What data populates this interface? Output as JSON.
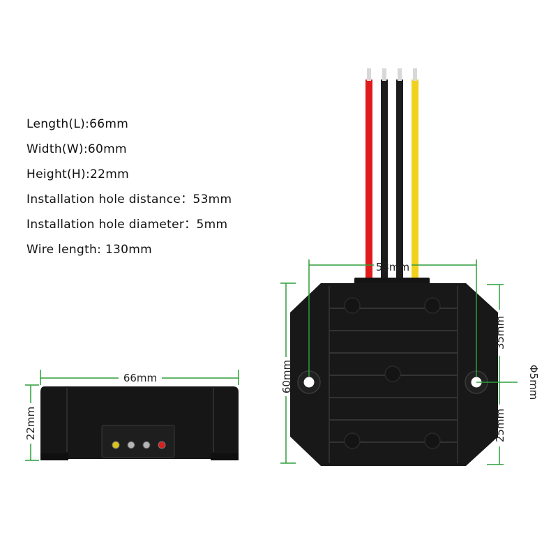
{
  "specs": [
    "Length(L):66mm",
    "Width(W):60mm",
    "Height(H):22mm",
    "Installation hole distance：53mm",
    "Installation hole diameter：5mm",
    "Wire length: 130mm"
  ],
  "dimensions": {
    "length": "66mm",
    "height": "22mm",
    "hole_distance": "53mm",
    "width": "60mm",
    "hole_to_top": "35mm",
    "hole_to_bottom": "25mm",
    "hole_diameter": "Φ5mm"
  },
  "colors": {
    "dimension_line": "#2e9e3a",
    "housing": "#161616",
    "wire_red": "#e01b1b",
    "wire_black": "#1c1c1c",
    "wire_yellow": "#f0d21e",
    "wire_tip": "#d8d8d8"
  }
}
